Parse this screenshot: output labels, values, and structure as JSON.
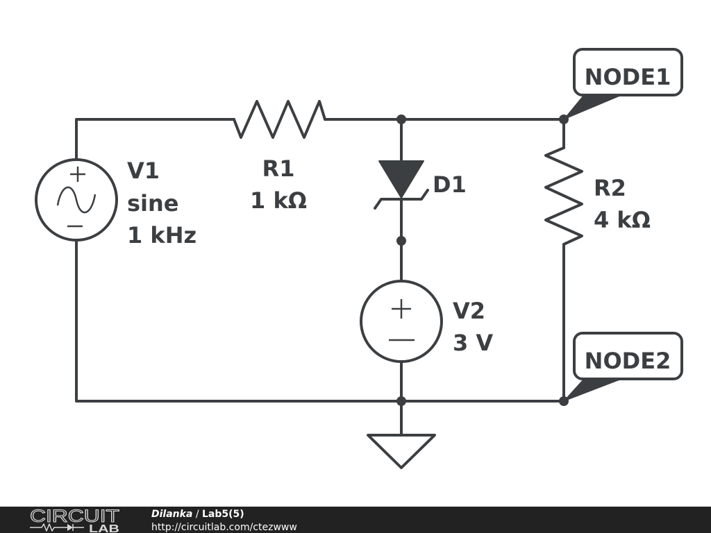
{
  "colors": {
    "ink": "#3c3f42",
    "background": "#ffffff",
    "footer_background": "#222222",
    "footer_text": "#ffffff",
    "logo": "#d9d9d9"
  },
  "components": {
    "V1": {
      "label": "V1",
      "waveform": "sine",
      "frequency": "1 kHz",
      "icon": "sine-voltage-source-icon"
    },
    "R1": {
      "label": "R1",
      "value": "1 kΩ",
      "icon": "resistor-icon"
    },
    "D1": {
      "label": "D1",
      "icon": "zener-diode-icon"
    },
    "R2": {
      "label": "R2",
      "value": "4 kΩ",
      "icon": "resistor-icon"
    },
    "V2": {
      "label": "V2",
      "value": "3 V",
      "icon": "dc-voltage-source-icon"
    }
  },
  "nodes": [
    {
      "label": "NODE1"
    },
    {
      "label": "NODE2"
    }
  ],
  "ground": {
    "icon": "ground-icon"
  },
  "footer": {
    "logo": {
      "line1": "CIRCUIT",
      "line2": "LAB",
      "icon": "circuitlab-logo-icon"
    },
    "author": "Dilanka",
    "separator": "/",
    "title": "Lab5(5)",
    "url": "http://circuitlab.com/ctezwww"
  }
}
